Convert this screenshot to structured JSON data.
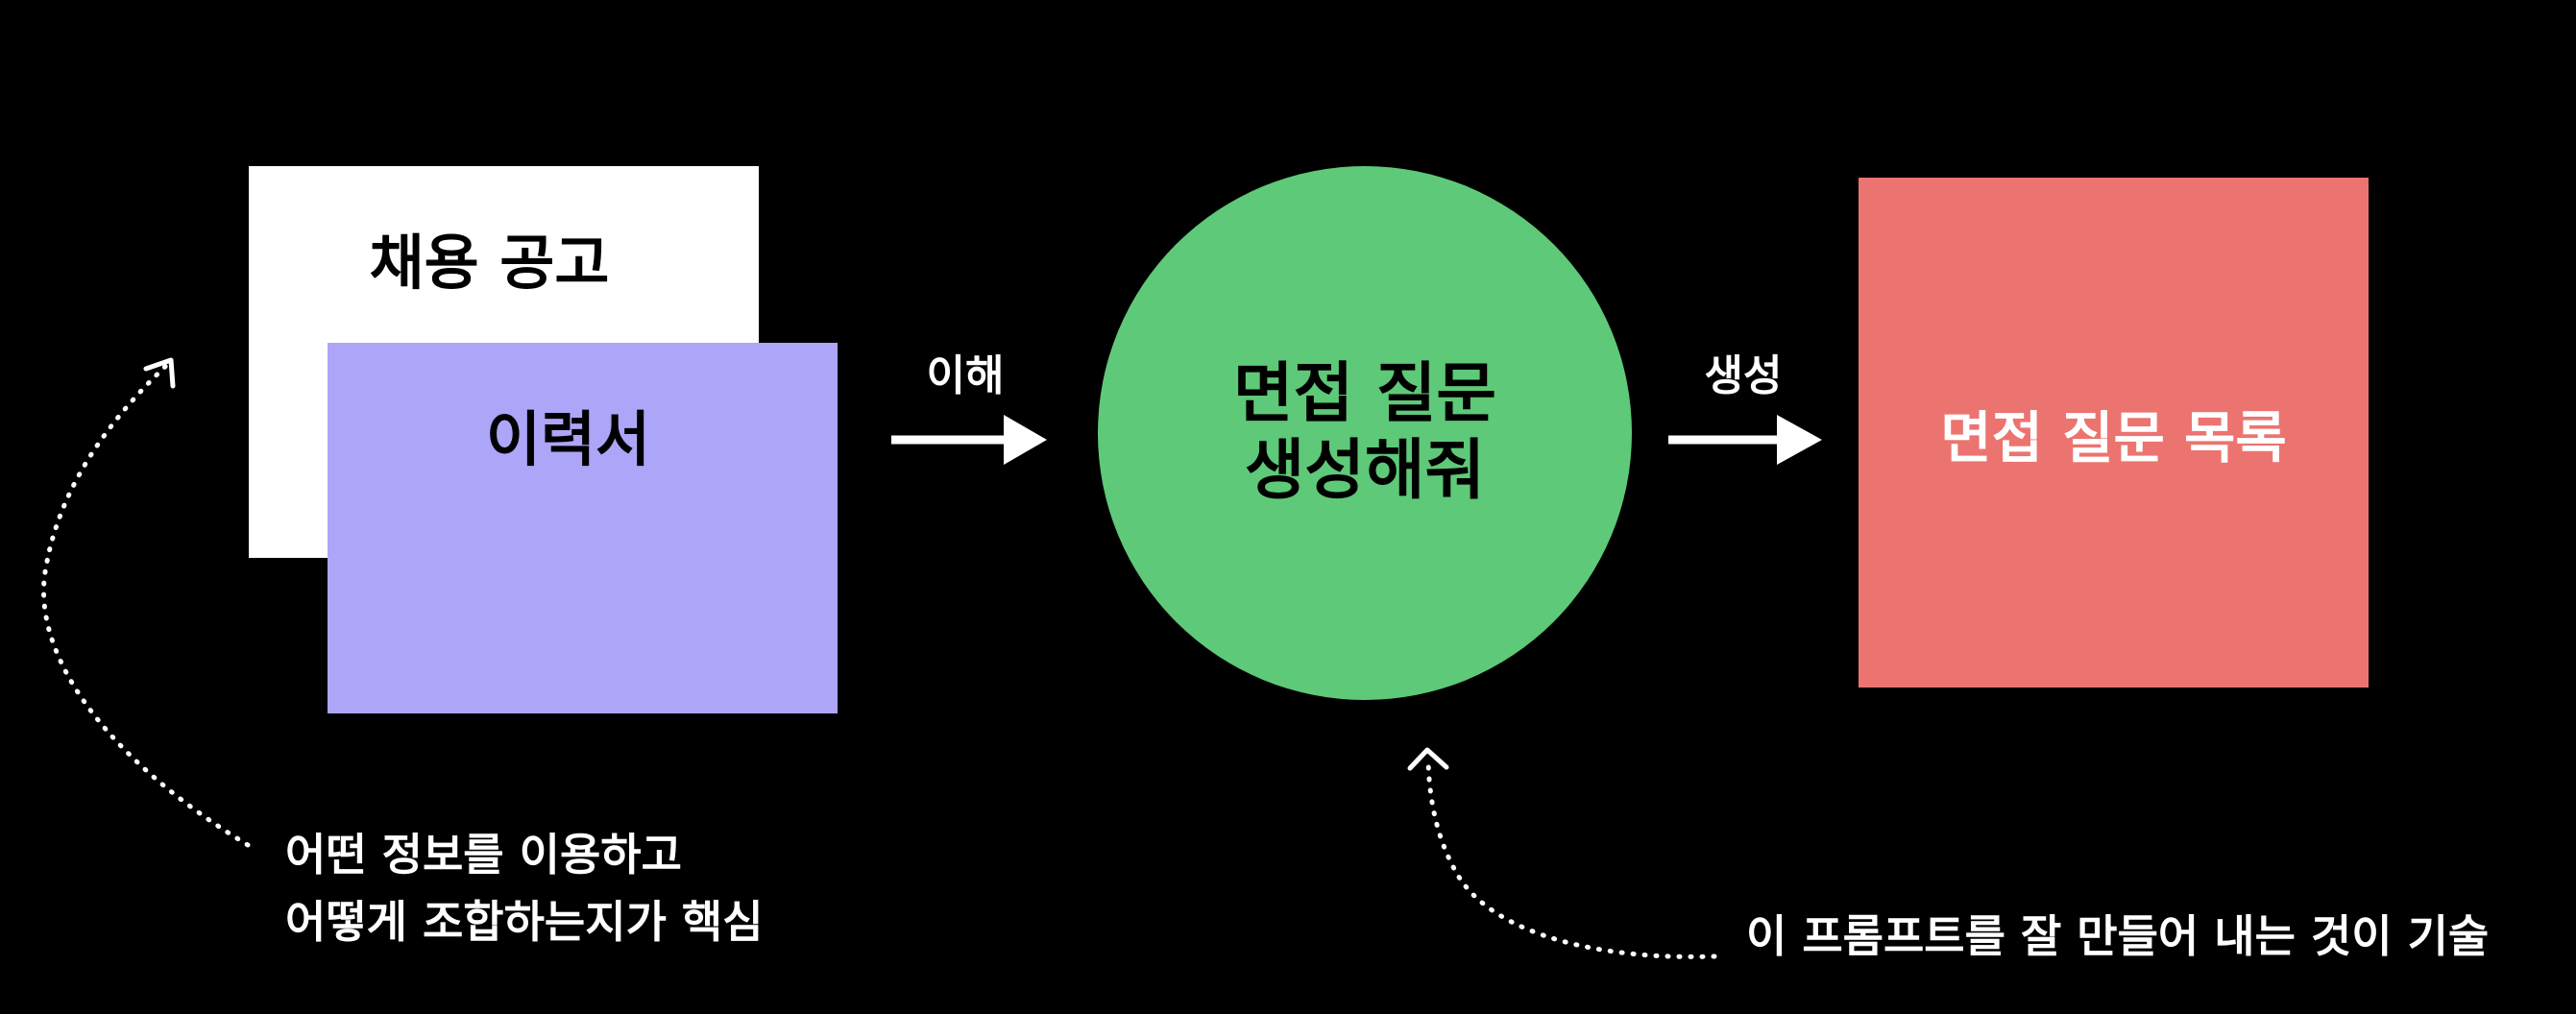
{
  "diagram": {
    "nodes": {
      "job_posting": "채용 공고",
      "resume": "이력서",
      "prompt": "면접 질문\n생성해줘",
      "output": "면접 질문 목록"
    },
    "edges": {
      "understand": "이해",
      "generate": "생성"
    },
    "notes": {
      "left_line1": "어떤 정보를 이용하고",
      "left_line2": "어떻게 조합하는지가 핵심",
      "right": "이 프롬프트를 잘 만들어 내는 것이 기술"
    }
  },
  "colors": {
    "background": "#000000",
    "job_posting": "#ffffff",
    "resume": "#aca5f8",
    "prompt": "#5ec978",
    "output": "#ec7470"
  }
}
